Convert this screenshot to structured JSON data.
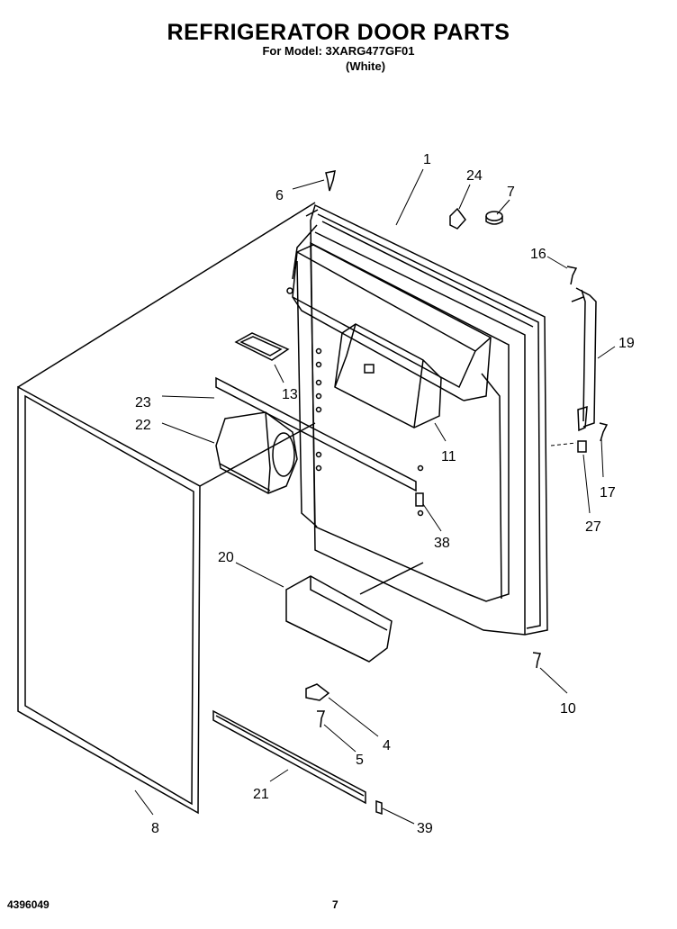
{
  "header": {
    "title": "REFRIGERATOR DOOR PARTS",
    "model_line": "For Model: 3XARG477GF01",
    "color": "(White)"
  },
  "callouts": {
    "p1": "1",
    "p24": "24",
    "p7": "7",
    "p6": "6",
    "p16": "16",
    "p19": "19",
    "p13": "13",
    "p23": "23",
    "p22": "22",
    "p11": "11",
    "p17": "17",
    "p27": "27",
    "p38": "38",
    "p20": "20",
    "p10": "10",
    "p4": "4",
    "p5": "5",
    "p21": "21",
    "p8": "8",
    "p39": "39"
  },
  "footer": {
    "doc_number": "4396049",
    "page_number": "7"
  }
}
